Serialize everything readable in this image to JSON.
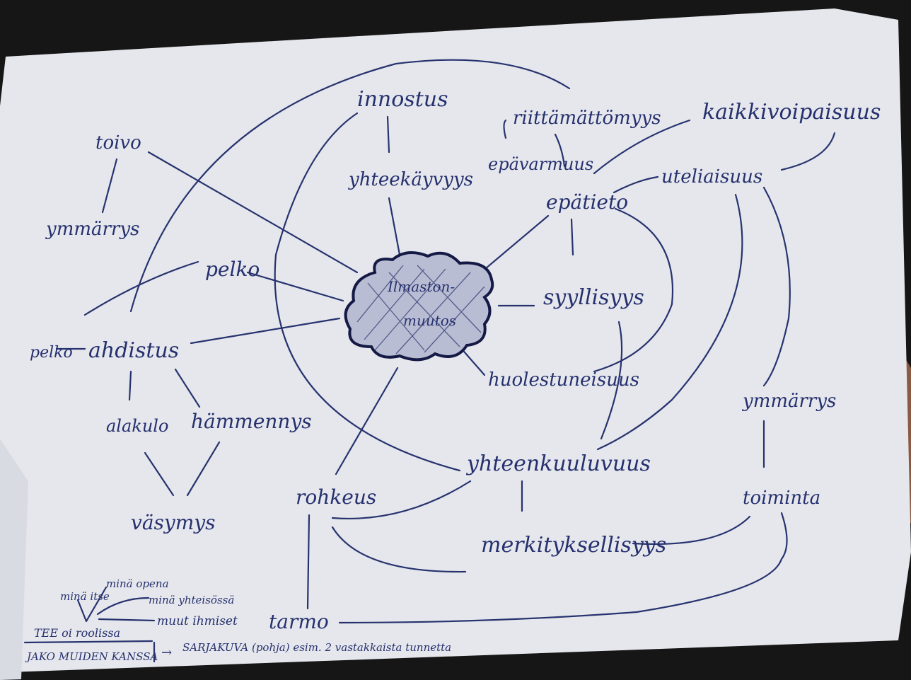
{
  "image": {
    "description_free": true
  },
  "mindmap": {
    "center": {
      "line1": "Ilmaston-",
      "line2": "muutos"
    },
    "nodes": {
      "innostus": "innostus",
      "yhteenkuuluvuus_top": "yhteekäyvyys",
      "riittamattomyys": "riittämättömyys",
      "epavarmuus": "epävarmuus",
      "epatieto": "epätieto",
      "kaikkivoipaisuus": "kaikkivoipaisuus",
      "uteliaisuus": "uteliaisuus",
      "toivo": "toivo",
      "ymmarrys_left": "ymmärrys",
      "pelko_top": "pelko",
      "ahdistus": "ahdistus",
      "pelko_left": "pelko",
      "alakulo": "alakulo",
      "hammennys": "hämmennys",
      "vasymys": "väsymys",
      "syyllisyys": "syyllisyys",
      "huolestuneisuus": "huolestuneisuus",
      "yhteenkuuluvuus": "yhteenkuuluvuus",
      "rohkeus": "rohkeus",
      "merkityksellisyys": "merkityksellisyys",
      "ymmarrys_right": "ymmärrys",
      "toiminta": "toiminta",
      "tarmo": "tarmo"
    },
    "notes": {
      "mina_itse": "minä itse",
      "mina_opeena": "minä opena",
      "mina_yhteisossa": "minä yhteisössä",
      "muut_ihmiset": "muut ihmiset",
      "tee_oi_roolissa": "TEE oi roolissa",
      "jako_muiden_kanssa": "JAKO MUIDEN KANSSA",
      "arrow": "→",
      "sarjakuva": "SARJAKUVA (pohja) esim. 2 vastakkaista tunnetta"
    }
  }
}
